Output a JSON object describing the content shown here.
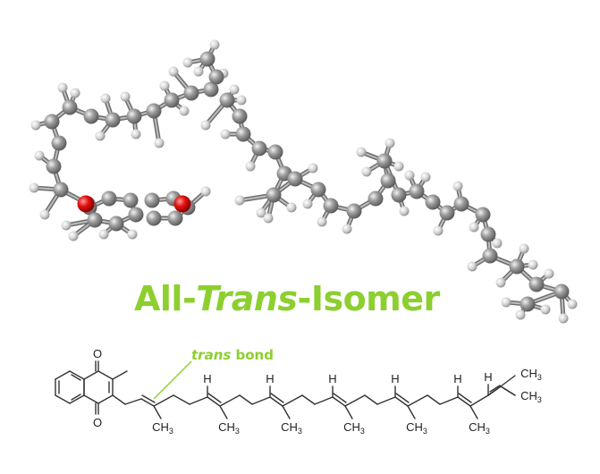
{
  "title": {
    "prefix": "All-",
    "emphasis": "Trans",
    "suffix": "-Isomer"
  },
  "callout": {
    "emphasis": "trans",
    "text": " bond"
  },
  "structure": {
    "oxygen_symbol": "O",
    "hydrogen_symbol": "H",
    "methyl_symbol": "CH",
    "methyl_subscript": "3"
  },
  "colors": {
    "title": "#8ccf2f",
    "carbon": "#8a8a8a",
    "hydrogen": "#d9d9d9",
    "oxygen": "#e01010",
    "bond_line": "#333333"
  }
}
